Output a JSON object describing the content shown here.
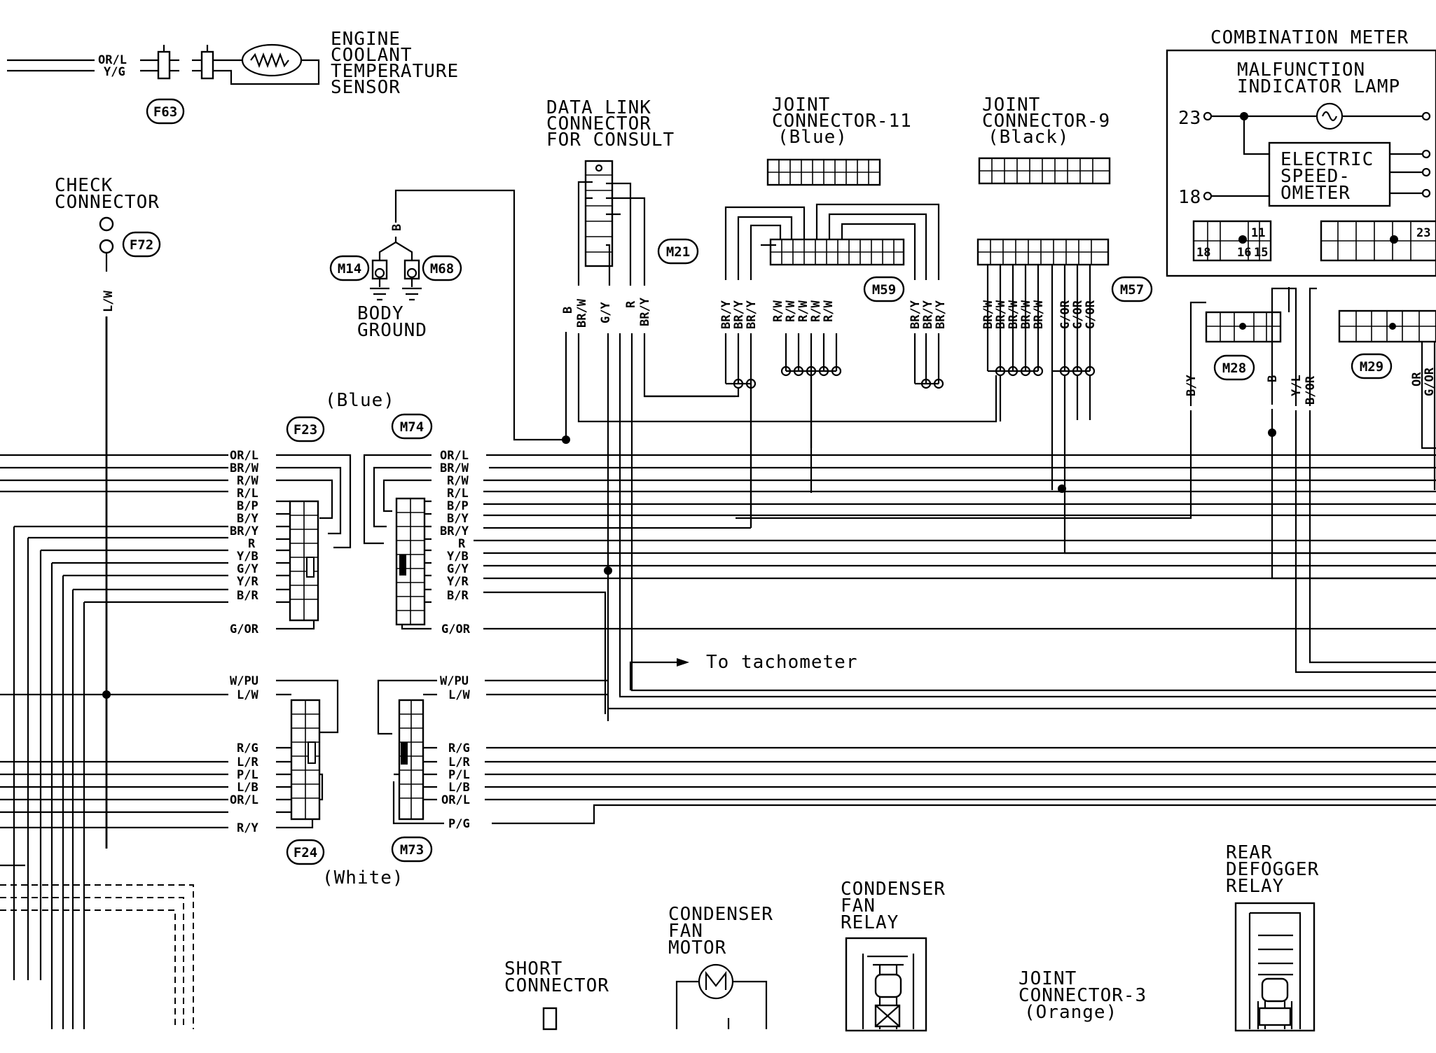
{
  "components": {
    "coolant_sensor": [
      "ENGINE",
      "COOLANT",
      "TEMPERATURE",
      "SENSOR"
    ],
    "check_connector": [
      "CHECK",
      "CONNECTOR"
    ],
    "data_link": [
      "DATA LINK",
      "CONNECTOR",
      "FOR CONSULT"
    ],
    "joint11": [
      "JOINT",
      "CONNECTOR-11",
      "(Blue)"
    ],
    "joint9": [
      "JOINT",
      "CONNECTOR-9",
      "(Black)"
    ],
    "combination_meter": "COMBINATION METER",
    "mil": [
      "MALFUNCTION",
      "INDICATOR LAMP"
    ],
    "speedometer": [
      "ELECTRIC",
      "SPEED-",
      "OMETER"
    ],
    "body_ground": [
      "BODY",
      "GROUND"
    ],
    "condenser_fan_motor": [
      "CONDENSER",
      "FAN",
      "MOTOR"
    ],
    "condenser_fan_relay": [
      "CONDENSER",
      "FAN",
      "RELAY"
    ],
    "rear_defogger": [
      "REAR",
      "DEFOGGER",
      "RELAY"
    ],
    "short_connector": [
      "SHORT",
      "CONNECTOR"
    ],
    "joint3": [
      "JOINT",
      "CONNECTOR-3",
      "(Orange)"
    ],
    "to_tachometer": "To tachometer",
    "color_blue": "(Blue)",
    "color_white": "(White)"
  },
  "connector_ids": {
    "f63": "F63",
    "f72": "F72",
    "m14": "M14",
    "m68": "M68",
    "m21": "M21",
    "m59": "M59",
    "m57": "M57",
    "m28": "M28",
    "m29": "M29",
    "f23": "F23",
    "m74": "M74",
    "f24": "F24",
    "m73": "M73"
  },
  "pins": {
    "p23": "23",
    "p18": "18",
    "p11": "11",
    "p16": "16",
    "p15": "15",
    "p23b": "23",
    "m23_18": "18"
  },
  "wires": {
    "sensor": [
      "OR/L",
      "Y/G"
    ],
    "check": "L/W",
    "ground_tag": "B",
    "m21": [
      "B",
      "BR/W",
      "G/Y",
      "R",
      "BR/Y"
    ],
    "m59_left": [
      "BR/Y",
      "BR/Y",
      "BR/Y"
    ],
    "m59_mid": [
      "R/W",
      "R/W",
      "R/W",
      "R/W",
      "R/W"
    ],
    "m59_right": [
      "BR/Y",
      "BR/Y",
      "BR/Y"
    ],
    "m57": [
      "BR/W",
      "BR/W",
      "BR/W",
      "BR/W",
      "BR/W",
      "G/OR",
      "G/OR",
      "G/OR"
    ],
    "m28": [
      "B/Y",
      "B",
      "Y/L",
      "B/OR"
    ],
    "m29": [
      "OR",
      "G/OR"
    ],
    "upper": [
      "OR/L",
      "BR/W",
      "R/W",
      "R/L",
      "B/P",
      "B/Y",
      "BR/Y",
      "R",
      "Y/B",
      "G/Y",
      "Y/R",
      "B/R"
    ],
    "upper_last": "G/OR",
    "lower_a": [
      "W/PU",
      "L/W"
    ],
    "lower_b": [
      "R/G",
      "L/R",
      "P/L",
      "L/B",
      "OR/L"
    ],
    "f24_last": "R/Y",
    "m73_last": "P/G"
  }
}
